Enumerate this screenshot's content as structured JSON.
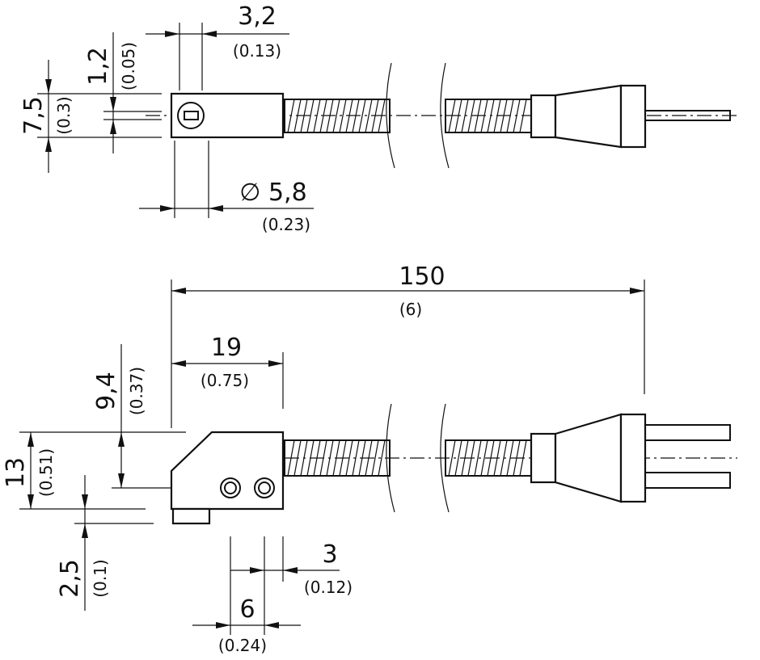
{
  "top_view": {
    "width_32": {
      "value": "3,2",
      "inch": "(0.13)"
    },
    "offset_12": {
      "value": "1,2",
      "inch": "(0.05)"
    },
    "height_75": {
      "value": "7,5",
      "inch": "(0.3)"
    },
    "diameter_58": {
      "value": "∅ 5,8",
      "inch": "(0.23)"
    }
  },
  "side_view": {
    "length_150": {
      "value": "150",
      "inch": "(6)"
    },
    "head_19": {
      "value": "19",
      "inch": "(0.75)"
    },
    "height_94": {
      "value": "9,4",
      "inch": "(0.37)"
    },
    "height_13": {
      "value": "13",
      "inch": "(0.51)"
    },
    "height_25": {
      "value": "2,5",
      "inch": "(0.1)"
    },
    "hole_3": {
      "value": "3",
      "inch": "(0.12)"
    },
    "hole_6": {
      "value": "6",
      "inch": "(0.24)"
    }
  }
}
